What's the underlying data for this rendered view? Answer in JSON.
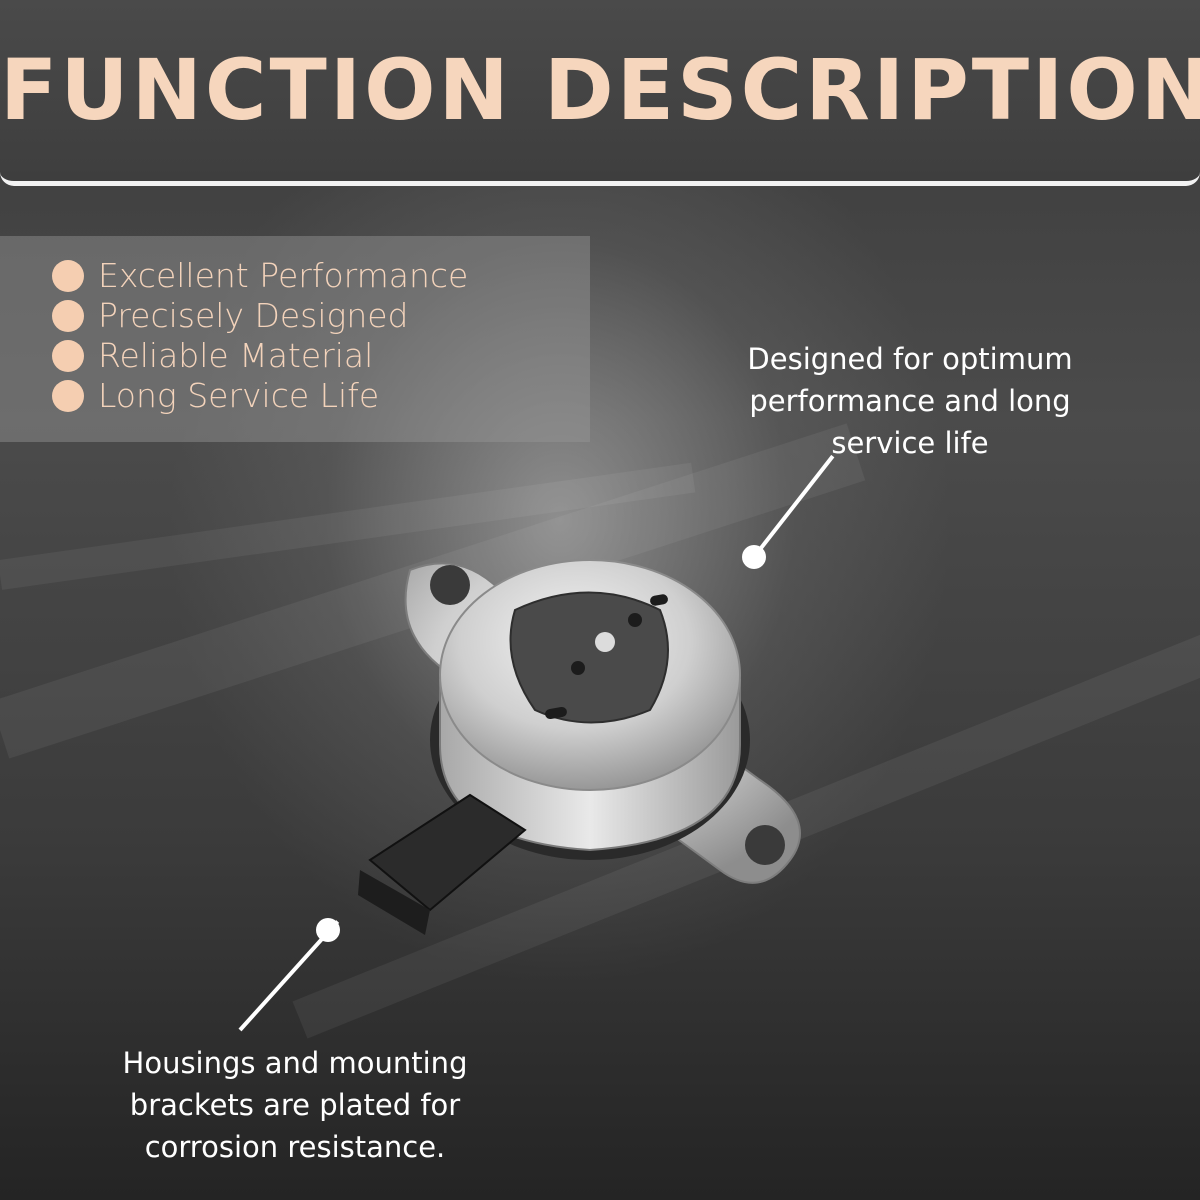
{
  "header": {
    "title": "FUNCTION DESCRIPTION"
  },
  "features": [
    {
      "label": "Excellent Performance"
    },
    {
      "label": "Precisely Designed"
    },
    {
      "label": "Reliable Material"
    },
    {
      "label": "Long Service Life"
    }
  ],
  "callouts": {
    "top_right": {
      "lines": [
        "Designed for optimum",
        "performance and long",
        "service life"
      ]
    },
    "bottom_left": {
      "lines": [
        "Housings and mounting",
        "brackets are plated for",
        "corrosion resistance."
      ]
    }
  },
  "colors": {
    "accent": "#f6d6bd",
    "bullet": "#f5ceb1",
    "header_bg": "#434343",
    "text": "#ffffff"
  },
  "product": {
    "icon": "solenoid-valve-icon"
  }
}
